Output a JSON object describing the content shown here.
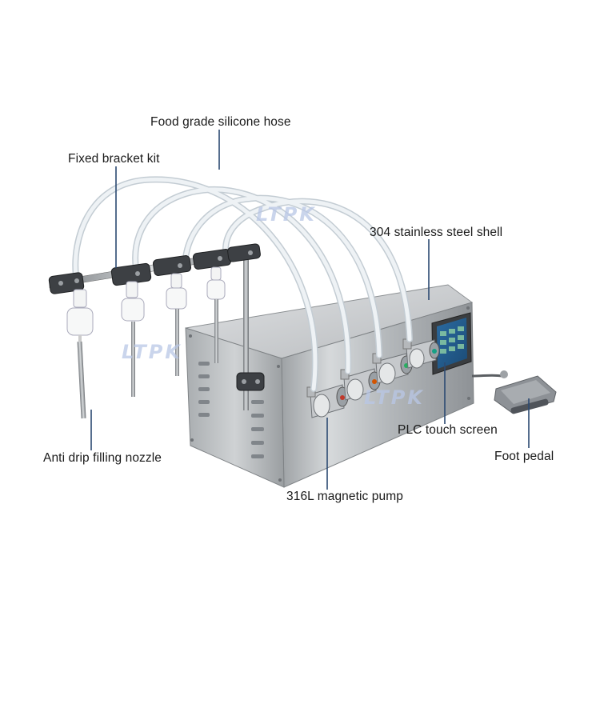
{
  "labels": {
    "hose": "Food grade silicone hose",
    "bracket": "Fixed bracket kit",
    "shell": "304 stainless steel shell",
    "screen": "PLC touch screen",
    "pedal": "Foot pedal",
    "nozzle": "Anti drip filling nozzle",
    "pump": "316L magnetic pump"
  },
  "watermark": "LTPK",
  "colors": {
    "leader": "#2c4a72",
    "steel": "#c9ccce",
    "hose": "#e6ecf0"
  }
}
